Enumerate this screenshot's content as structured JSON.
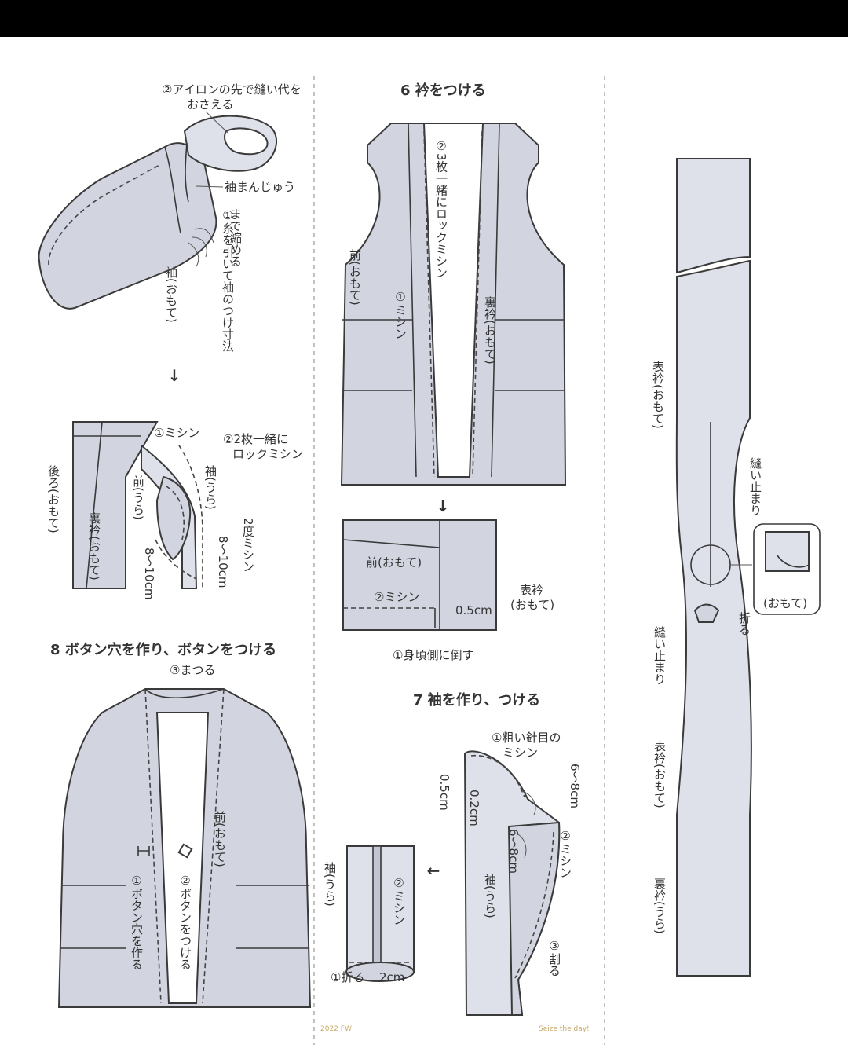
{
  "steps": {
    "s6": {
      "title": "6 衿をつける"
    },
    "s7": {
      "title": "7 袖を作り、つける"
    },
    "s8": {
      "title": "8 ボタン穴を作り、ボタンをつける"
    }
  },
  "sleeve_top": {
    "iron": [
      "②アイロンの先で縫い代を",
      "おさえる"
    ],
    "manju": "袖まんじゅう",
    "gather": [
      "①糸を引いて袖のつけ寸法",
      "まで縮める"
    ],
    "sleeve": "袖(おもて)"
  },
  "armhole": {
    "stitch": "①ミシン",
    "overlock": [
      "②2枚一緒に",
      "ロックミシン"
    ],
    "back": "後ろ(おもて)",
    "front": "前(うら)",
    "sleeve": "袖(うら)",
    "facing": "裏衿(おもて)",
    "twice": "2度ミシン",
    "len1": "8〜10cm",
    "len2": "8〜10cm"
  },
  "collar_attach": {
    "overlock3": "②3枚一緒にロックミシン",
    "stitch": "①ミシン",
    "front": "前(おもて)",
    "facing": "裏衿(おもて)"
  },
  "collar_detail": {
    "front": "前(おもて)",
    "stitch": "②ミシン",
    "allowance": "0.5cm",
    "collar": [
      "表衿",
      "(おもて)"
    ],
    "fold": "①身頃側に倒す"
  },
  "sleeve_make": {
    "coarse": [
      "①粗い針目の",
      "ミシン"
    ],
    "a1": "0.5cm",
    "a2": "0.2cm",
    "a3": "6〜8cm",
    "a4": "6〜8cm",
    "stitch": "②ミシン",
    "sleeve": "袖(うら)",
    "press": "③割る",
    "sleeve2": "袖(うら)",
    "stitch2": "②ミシン",
    "fold": "①折る",
    "hem": "2cm"
  },
  "button": {
    "hem": "③まつる",
    "front": "前(おもて)",
    "buttonhole": "①ボタン穴を作る",
    "sew": "②ボタンをつける"
  },
  "collar_strip": {
    "outer1": "表衿(おもて)",
    "stop1": "縫い止まり",
    "detail": "(おもて)",
    "fold": "折る",
    "stop2": "縫い止まり",
    "outer2": "表衿(おもて)",
    "inner": "裏衿(うら)"
  },
  "footer": {
    "left": "2022 FW",
    "right": "Seize the day!"
  }
}
